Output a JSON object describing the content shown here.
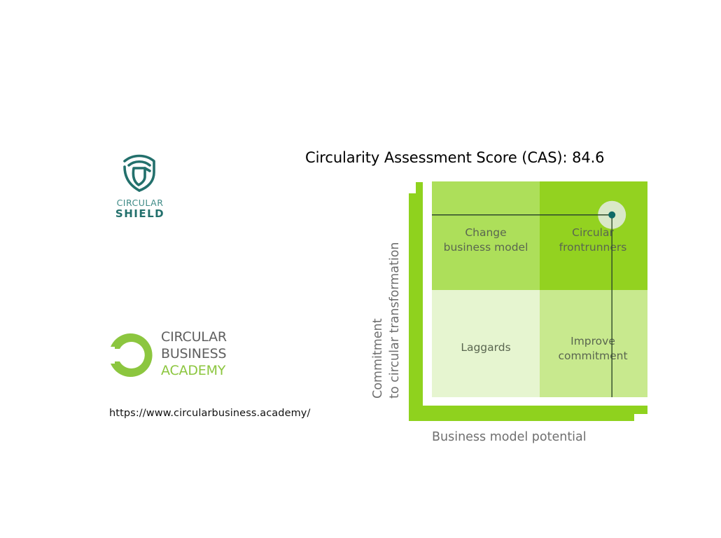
{
  "logos": {
    "shield": {
      "line1": "CIRCULAR",
      "line2": "SHIELD",
      "icon": "shield-icon",
      "color": "#23706c"
    },
    "academy": {
      "line1": "CIRCULAR",
      "line2": "BUSINESS",
      "line3": "ACADEMY",
      "icon": "ring-icon",
      "accent": "#8cc63f",
      "text_color": "#5f5f5f"
    }
  },
  "website_url": "https://www.circularbusiness.academy/",
  "chart_data": {
    "type": "scatter",
    "title": "Circularity Assessment Score (CAS): 84.6",
    "score_label": "Circularity Assessment Score (CAS)",
    "score_value": 84.6,
    "xlabel": "Business model potential",
    "ylabel_line1": "Commitment",
    "ylabel_line2": "to circular transformation",
    "xlim": [
      0,
      100
    ],
    "ylim": [
      0,
      100
    ],
    "grid": false,
    "quadrants": [
      {
        "name": "top-left",
        "label_line1": "Change",
        "label_line2": "business model",
        "color": "#addf5a"
      },
      {
        "name": "top-right",
        "label_line1": "Circular",
        "label_line2": "frontrunners",
        "color": "#93d220"
      },
      {
        "name": "bottom-left",
        "label_line1": "Laggards",
        "label_line2": "",
        "color": "#e6f5d0"
      },
      {
        "name": "bottom-right",
        "label_line1": "Improve",
        "label_line2": "commitment",
        "color": "#c8e98e"
      }
    ],
    "point": {
      "x": 83.5,
      "y": 84.5,
      "color": "#0e6a66",
      "halo_color": "#d9e8c8"
    },
    "axis_color": "#8fd21e",
    "guide_line_color": "#2e4a2a"
  }
}
